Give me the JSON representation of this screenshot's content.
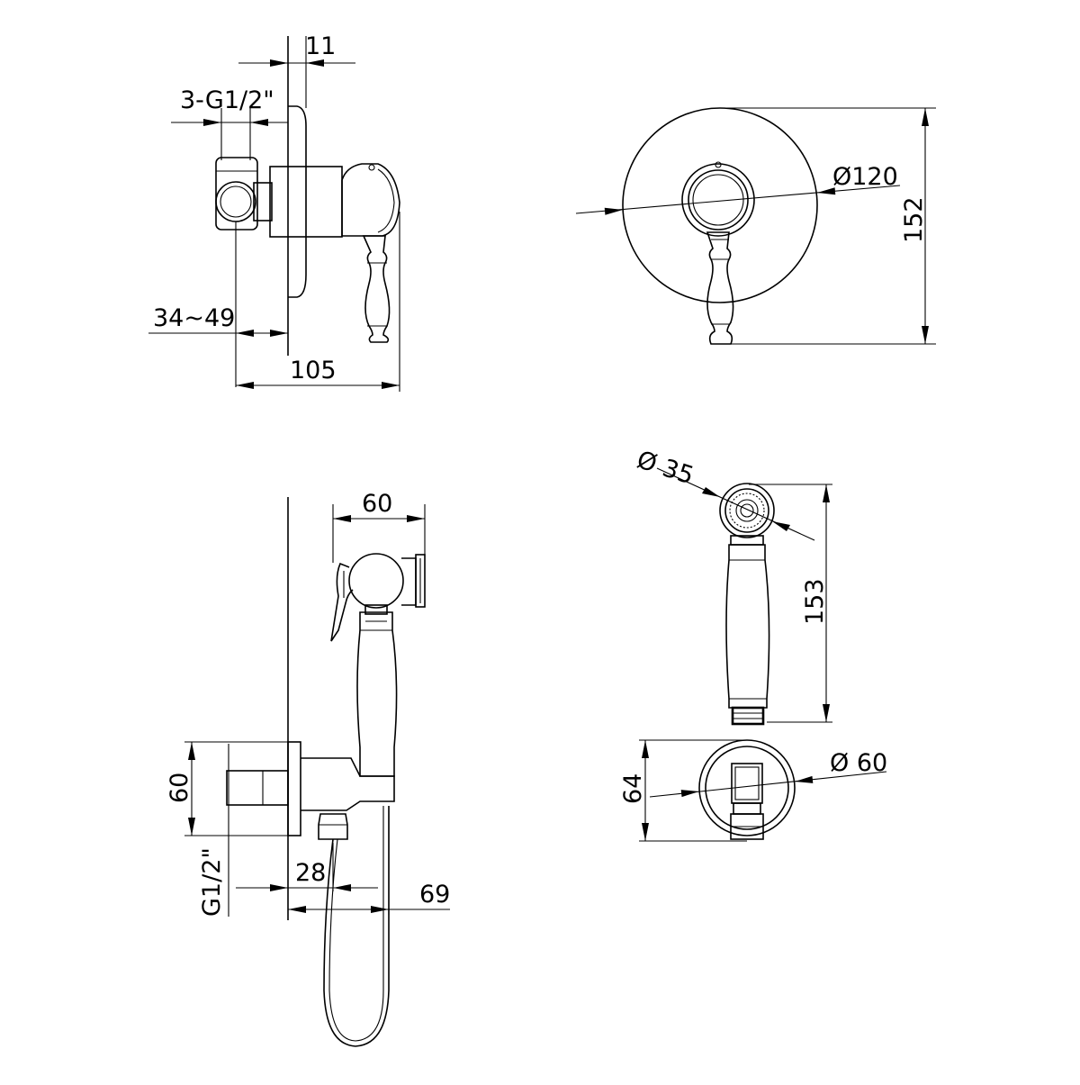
{
  "dimensions": {
    "d11": "11",
    "thread_3g": "3-G1/2\"",
    "d34_49": "34~49",
    "d105": "105",
    "dia120": "Ø120",
    "d152": "152",
    "d60_top": "60",
    "d60_side": "60",
    "g12": "G1/2\"",
    "d28": "28",
    "d69": "69",
    "dia35": "Ø 35",
    "d153": "153",
    "d64": "64",
    "dia60": "Ø 60"
  }
}
